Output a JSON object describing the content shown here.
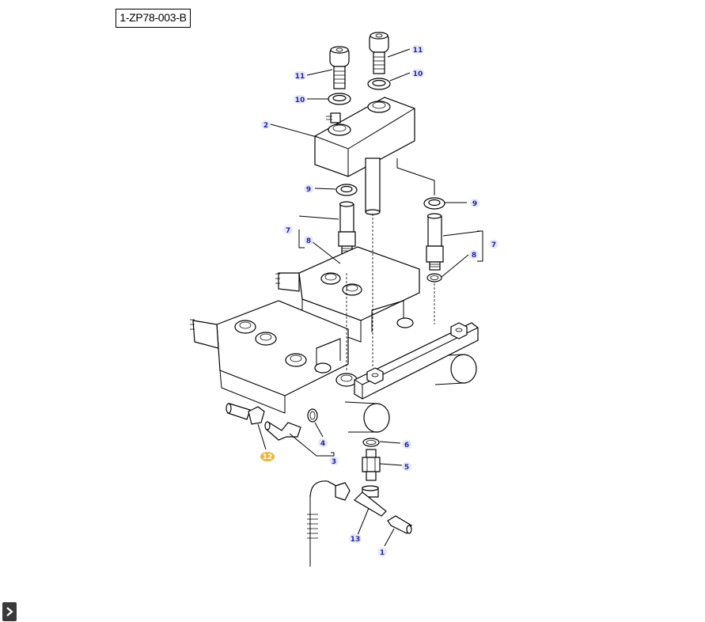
{
  "reference": "1-ZP78-003-B",
  "callouts": [
    {
      "id": "c11a",
      "label": "11"
    },
    {
      "id": "c11b",
      "label": "11"
    },
    {
      "id": "c10a",
      "label": "10"
    },
    {
      "id": "c10b",
      "label": "10"
    },
    {
      "id": "c2",
      "label": "2"
    },
    {
      "id": "c9a",
      "label": "9"
    },
    {
      "id": "c9b",
      "label": "9"
    },
    {
      "id": "c7a",
      "label": "7"
    },
    {
      "id": "c8a",
      "label": "8"
    },
    {
      "id": "c7b",
      "label": "7"
    },
    {
      "id": "c8b",
      "label": "8"
    },
    {
      "id": "c4",
      "label": "4"
    },
    {
      "id": "c3",
      "label": "3"
    },
    {
      "id": "c6",
      "label": "6"
    },
    {
      "id": "c5",
      "label": "5"
    },
    {
      "id": "c13",
      "label": "13"
    },
    {
      "id": "c1",
      "label": "1"
    }
  ],
  "highlighted_callout": {
    "label": "12",
    "color": "#f2b533"
  },
  "label_color": "#1f1fb0",
  "expand_icon": "chevron-right-icon"
}
